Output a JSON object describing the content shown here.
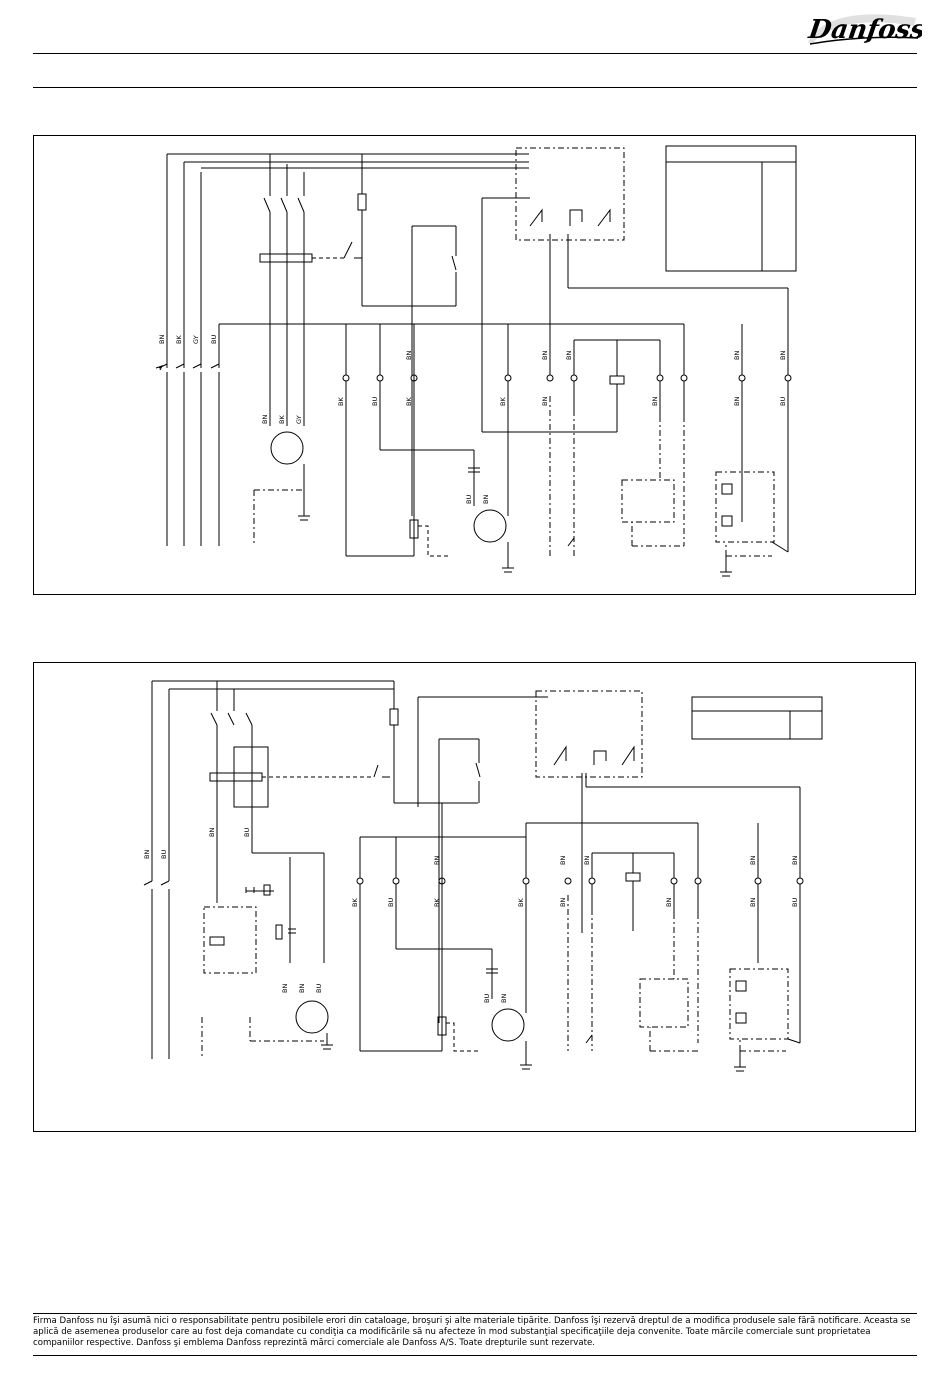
{
  "header": {
    "brand": "Danfoss"
  },
  "diagram1": {
    "supply_wires": [
      "BN",
      "BK",
      "GY",
      "BU"
    ],
    "compressor_wires": [
      "BN",
      "BK",
      "GY"
    ],
    "fan_wires": [
      "BU",
      "BN"
    ],
    "top_labels": [
      "BN",
      "BN",
      "BN",
      "BN",
      "BN"
    ],
    "bottom_labels": [
      "BK",
      "BU",
      "BK",
      "BK",
      "BN",
      "BN",
      "BN",
      "BU"
    ]
  },
  "diagram2": {
    "supply_wires": [
      "BN",
      "BU"
    ],
    "compressor_wires": [
      "BN",
      "BU"
    ],
    "motor_wires": [
      "BN",
      "BN",
      "BU"
    ],
    "fan_wires": [
      "BU",
      "BN"
    ],
    "top_labels": [
      "BN",
      "BN",
      "BN",
      "BN",
      "BN"
    ],
    "bottom_labels": [
      "BK",
      "BU",
      "BK",
      "BK",
      "BN",
      "BN",
      "BN",
      "BU"
    ]
  },
  "footer": {
    "disclaimer": "Firma Danfoss nu îşi asumă nici o responsabilitate pentru posibilele erori din cataloage, broşuri şi alte materiale tipărite. Danfoss îşi rezervă dreptul de a modifica produsele sale fără notificare. Aceasta se aplică de asemenea produselor care au fost deja comandate cu condiţia ca modificările să nu afecteze în mod substanţial specificaţiile deja convenite. Toate mărcile comerciale sunt proprietatea companiilor respective. Danfoss şi emblema Danfoss reprezintă mărci comerciale ale Danfoss A/S. Toate drepturile sunt rezervate."
  }
}
